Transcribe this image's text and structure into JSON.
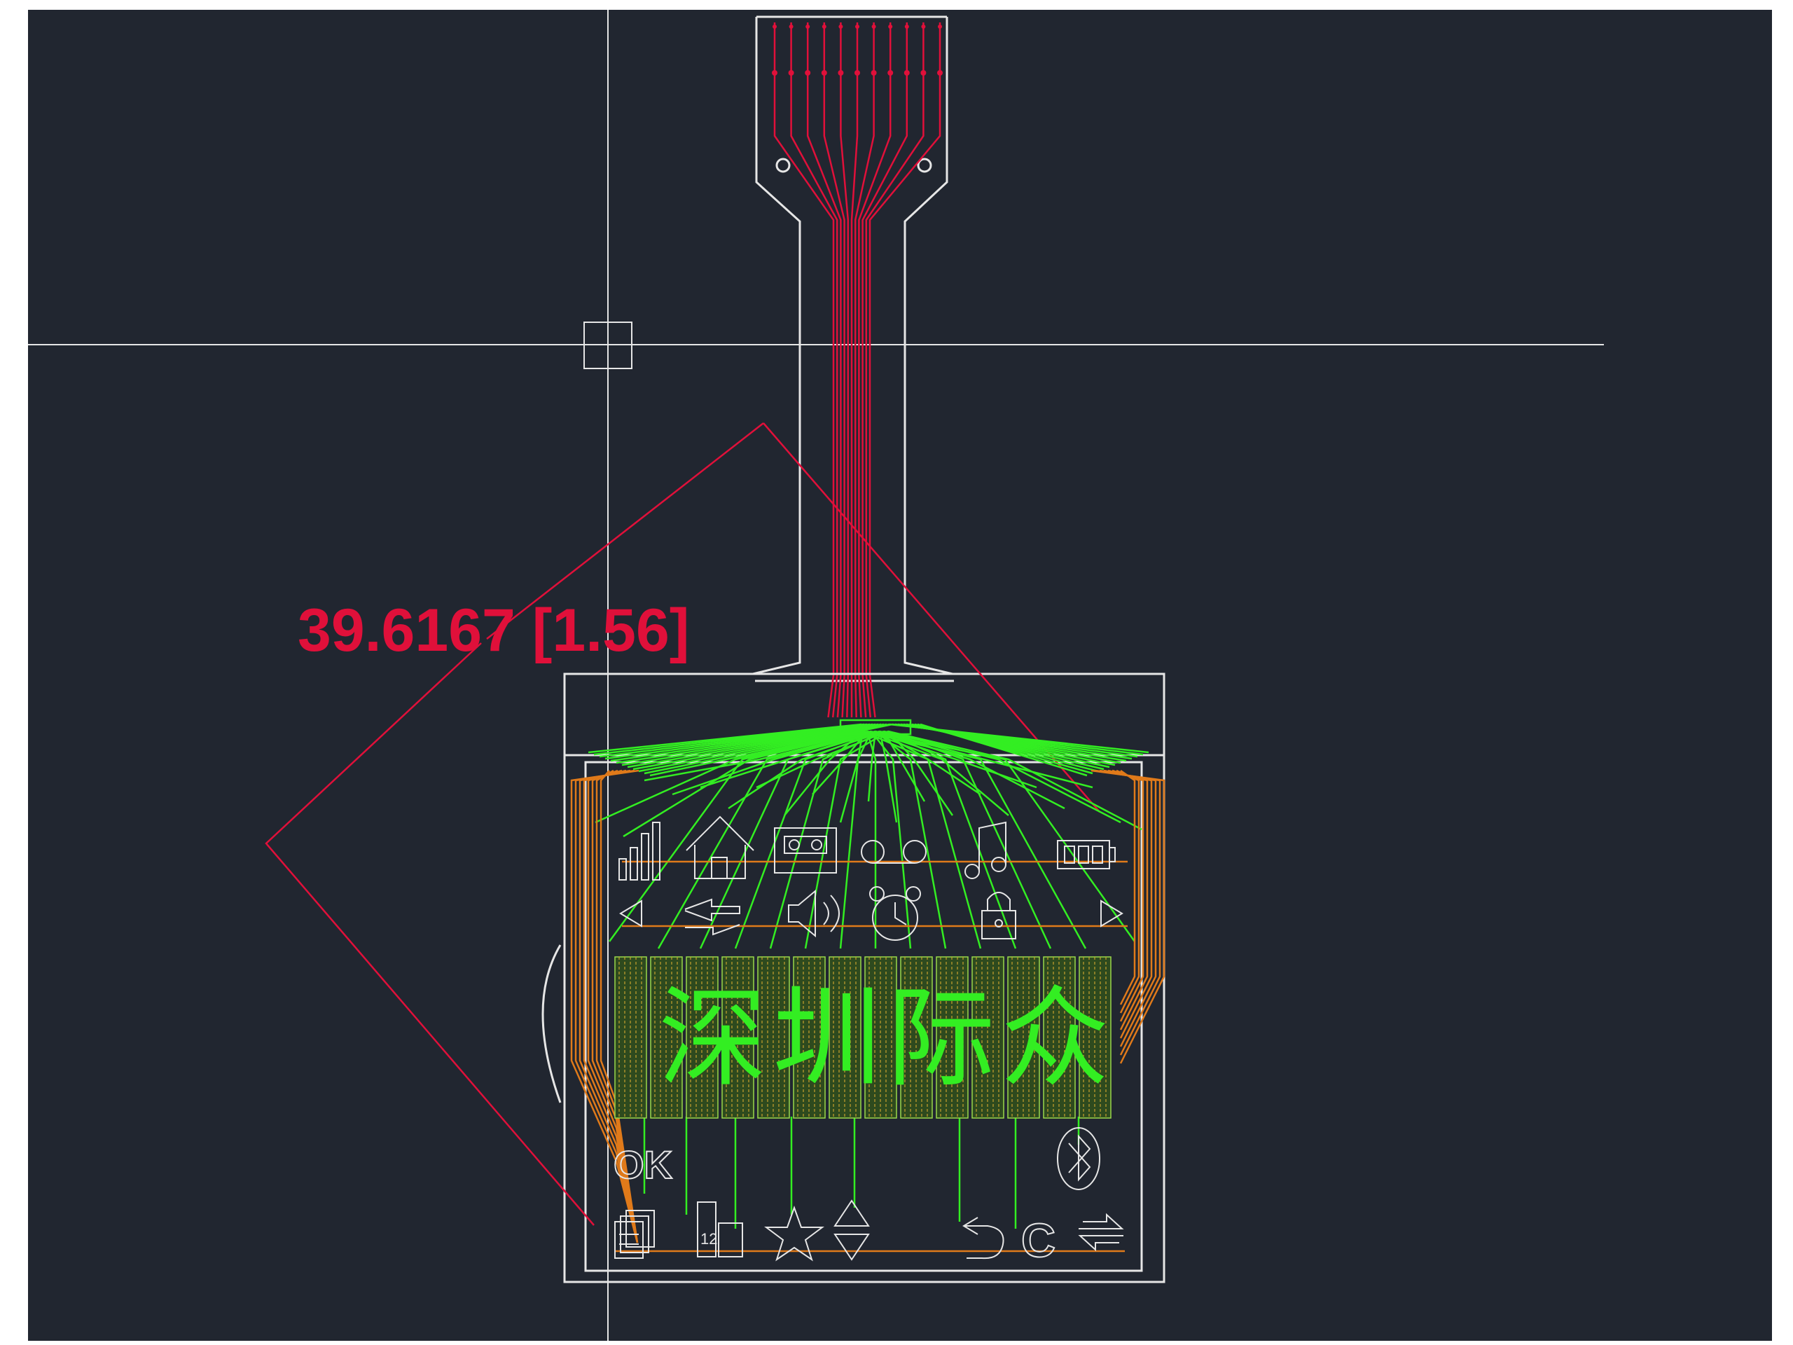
{
  "viewport": {
    "background": "#212630",
    "colors": {
      "outline": "#e6e6e6",
      "dimension": "#e0103a",
      "trace_green": "#33ee22",
      "trace_orange": "#e07a1a"
    }
  },
  "dimension": {
    "label": "39.6167 [1.56]"
  },
  "display": {
    "chinese_text": "深圳际众",
    "ok_label": "OK",
    "c_label": "C",
    "number_label": "12"
  },
  "icons": [
    "signal-bars-icon",
    "home-icon",
    "cassette-icon",
    "voicemail-icon",
    "music-note-icon",
    "battery-icon",
    "arrow-left-icon",
    "swap-arrows-icon",
    "speaker-icon",
    "alarm-clock-icon",
    "lock-icon",
    "arrow-right-icon",
    "ok-icon",
    "bluetooth-icon",
    "documents-icon",
    "walkie-talkie-icon",
    "star-icon",
    "up-down-icon",
    "undo-icon",
    "c-icon",
    "exchange-icon"
  ]
}
